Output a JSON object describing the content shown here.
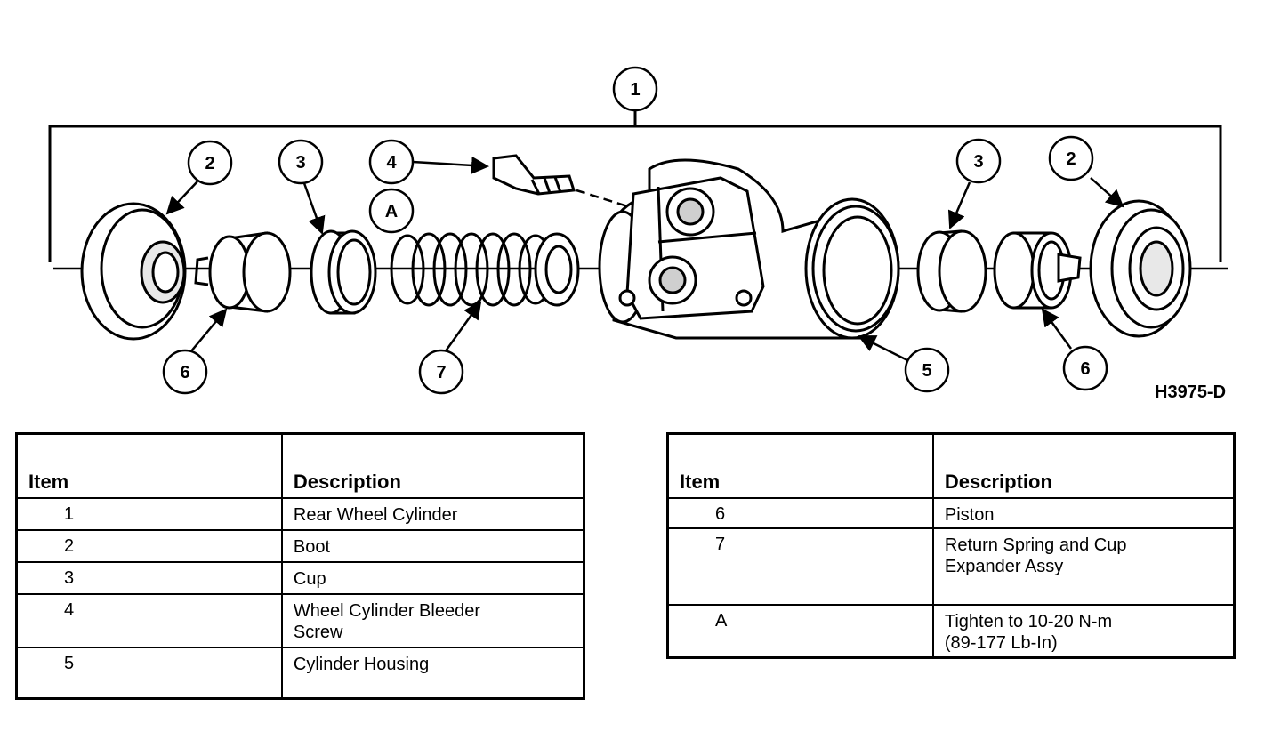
{
  "figure_id": "H3975-D",
  "callouts": {
    "c1": "1",
    "c2l": "2",
    "c3l": "3",
    "c4": "4",
    "cA": "A",
    "c6l": "6",
    "c7": "7",
    "c5": "5",
    "c3r": "3",
    "c2r": "2",
    "c6r": "6"
  },
  "tables": {
    "left": {
      "header_item": "Item",
      "header_desc": "Description",
      "rows": [
        {
          "item": "1",
          "desc": "Rear Wheel Cylinder"
        },
        {
          "item": "2",
          "desc": "Boot"
        },
        {
          "item": "3",
          "desc": "Cup"
        },
        {
          "item": "4",
          "desc": "Wheel Cylinder Bleeder\nScrew"
        },
        {
          "item": "5",
          "desc": "Cylinder Housing"
        }
      ]
    },
    "right": {
      "header_item": "Item",
      "header_desc": "Description",
      "rows": [
        {
          "item": "6",
          "desc": "Piston"
        },
        {
          "item": "7",
          "desc": "Return Spring and Cup\nExpander Assy"
        },
        {
          "item": "A",
          "desc": "Tighten to 10-20 N-m\n(89-177 Lb-In)"
        }
      ]
    }
  }
}
